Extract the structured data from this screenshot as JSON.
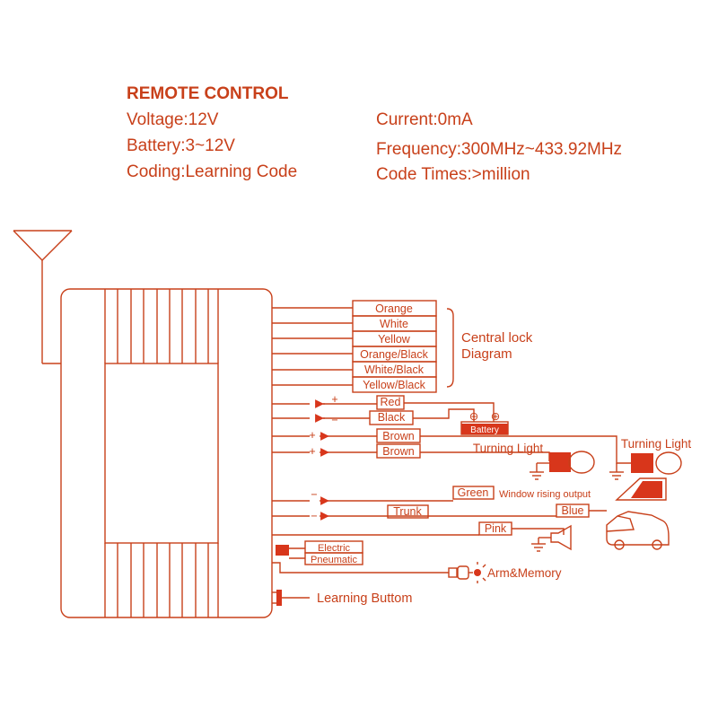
{
  "specs": {
    "title": "REMOTE CONTROL",
    "voltage": "Voltage:12V",
    "battery": "Battery:3~12V",
    "coding": "Coding:Learning Code",
    "current": "Current:0mA",
    "frequency": "Frequency:300MHz~433.92MHz",
    "code_times": "Code Times:>million"
  },
  "central_lock": {
    "wires": [
      "Orange",
      "White",
      "Yellow",
      "Orange/Black",
      "White/Black",
      "Yellow/Black"
    ],
    "label_line1": "Central lock",
    "label_line2": "Diagram"
  },
  "power": {
    "red": "Red",
    "black": "Black",
    "battery": "Battery",
    "plus": "+",
    "minus": "−",
    "plus_terminal": "⊕",
    "minus_terminal": "⊖"
  },
  "turning": {
    "brown1": "Brown",
    "brown2": "Brown",
    "light_left": "Turning Light",
    "light_right": "Turning Light"
  },
  "outputs": {
    "green": "Green",
    "window": "Window rising output",
    "trunk": "Trunk",
    "blue": "Blue",
    "pink": "Pink"
  },
  "lock_type": {
    "electric": "Electric",
    "pneumatic": "Pneumatic"
  },
  "arm": "Arm&Memory",
  "learning": "Learning Buttom",
  "colors": {
    "line": "#c8401a",
    "fill": "#d8361b",
    "paper": "#ffffff"
  }
}
